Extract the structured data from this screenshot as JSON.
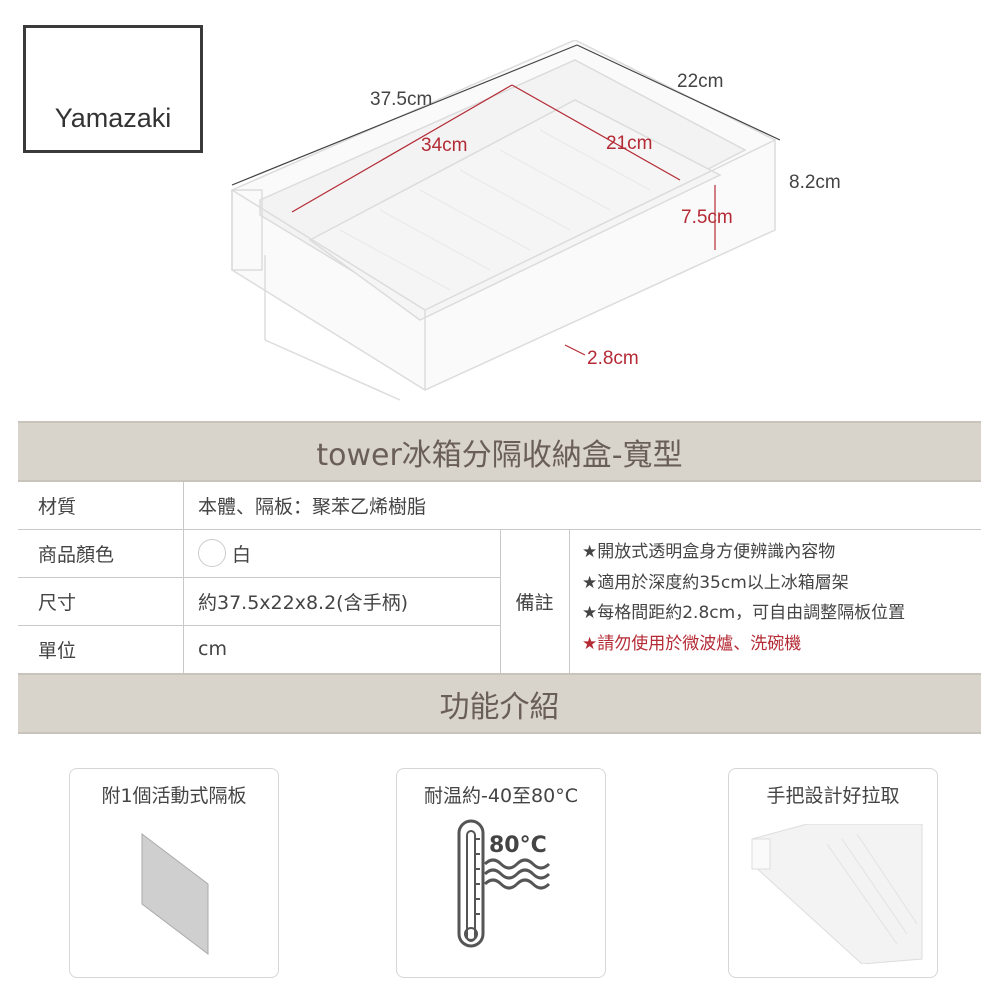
{
  "brand": {
    "logo": "Yamazaki"
  },
  "dimensions": {
    "outer_length": "37.5cm",
    "outer_width": "22cm",
    "outer_height": "8.2cm",
    "inner_length": "34cm",
    "inner_width": "21cm",
    "inner_height": "7.5cm",
    "divider_spacing": "2.8cm"
  },
  "product": {
    "title": "tower冰箱分隔收納盒-寬型"
  },
  "specs": {
    "material_label": "材質",
    "material_value": "本體、隔板：聚苯乙烯樹脂",
    "color_label": "商品顏色",
    "color_value": "白",
    "size_label": "尺寸",
    "size_value": "約37.5x22x8.2(含手柄)",
    "unit_label": "單位",
    "unit_value": "cm",
    "notes_label": "備註",
    "notes": [
      "★開放式透明盒身方便辨識內容物",
      "★適用於深度約35cm以上冰箱層架",
      "★每格間距約2.8cm，可自由調整隔板位置"
    ],
    "warning": "★請勿使用於微波爐、洗碗機"
  },
  "features": {
    "title": "功能介紹",
    "cards": [
      {
        "label": "附1個活動式隔板"
      },
      {
        "label": "耐温約-40至80°C",
        "icon_text": "80°C"
      },
      {
        "label": "手把設計好拉取"
      }
    ]
  },
  "colors": {
    "band": "#d8d4cb",
    "accent_red": "#b42a35"
  }
}
